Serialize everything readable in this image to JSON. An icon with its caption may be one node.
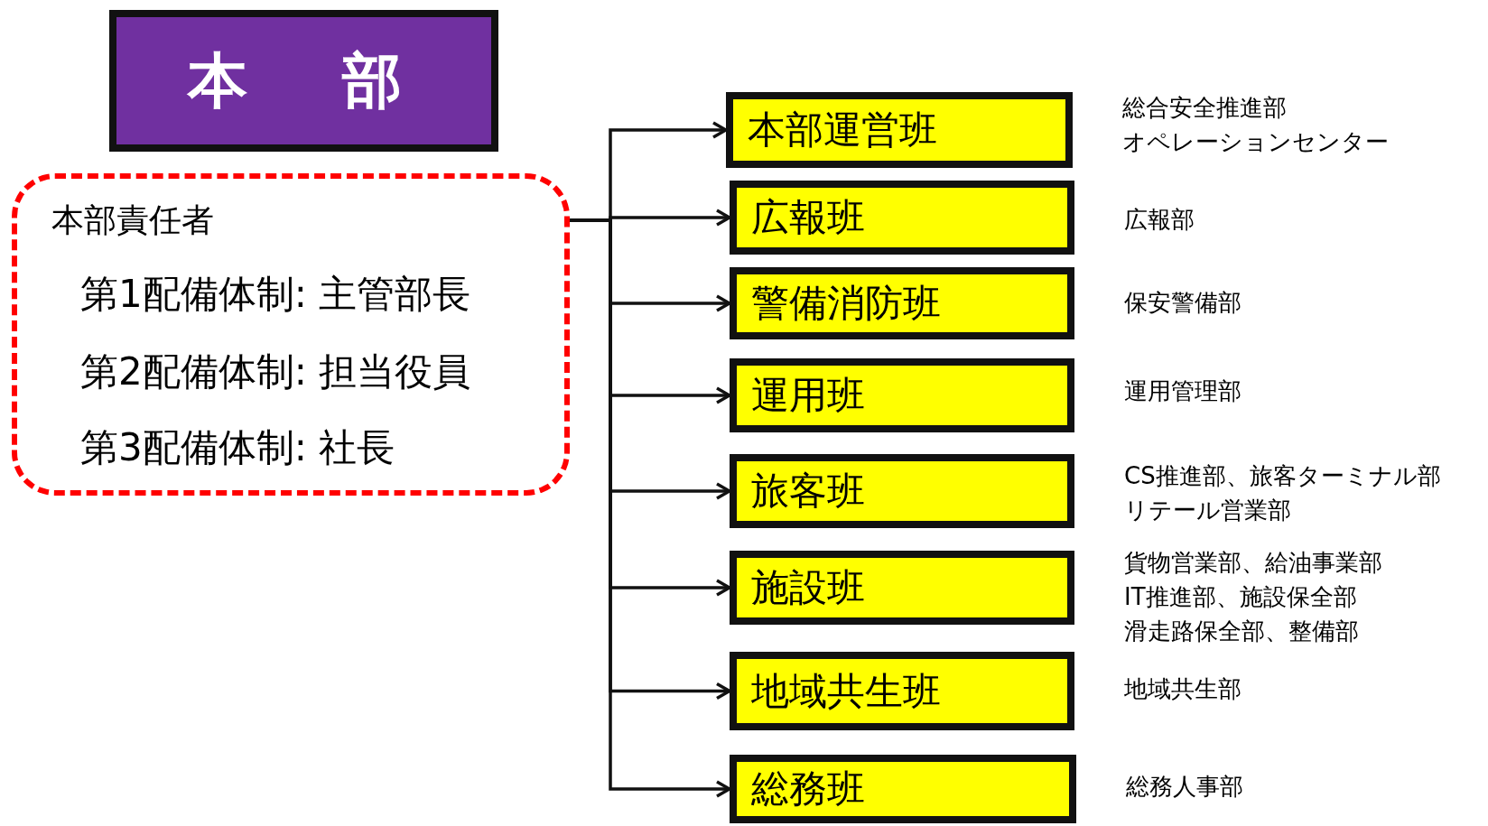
{
  "diagram": {
    "nodes": [
      {
        "text": [
          "本　部"
        ]
      },
      {
        "text": [
          "本部責任者",
          "第1配備体制: 主管部長",
          "第2配備体制: 担当役員",
          "第3配備体制: 社長"
        ]
      },
      {
        "text": [
          "本部運営班"
        ],
        "beside": [
          "総合安全推進部",
          "オペレーションセンター"
        ]
      },
      {
        "text": [
          "広報班"
        ],
        "beside": [
          "広報部"
        ]
      },
      {
        "text": [
          "警備消防班"
        ],
        "beside": [
          "保安警備部"
        ]
      },
      {
        "text": [
          "運用班"
        ],
        "beside": [
          "運用管理部"
        ]
      },
      {
        "text": [
          "旅客班"
        ],
        "beside": [
          "CS推進部、旅客ターミナル部",
          "リテール営業部"
        ]
      },
      {
        "text": [
          "施設班"
        ],
        "beside": [
          "貨物営業部、給油事業部",
          "IT推進部、施設保全部",
          "滑走路保全部、整備部"
        ]
      },
      {
        "text": [
          "地域共生班"
        ],
        "beside": [
          "地域共生部"
        ]
      },
      {
        "text": [
          "総務班"
        ],
        "beside": [
          "総務人事部"
        ]
      }
    ],
    "edges": [
      {
        "from": 1,
        "to": 2,
        "arrow": "to"
      },
      {
        "from": 1,
        "to": 3,
        "arrow": "to"
      },
      {
        "from": 1,
        "to": 4,
        "arrow": "to"
      },
      {
        "from": 1,
        "to": 5,
        "arrow": "to"
      },
      {
        "from": 1,
        "to": 6,
        "arrow": "to"
      },
      {
        "from": 1,
        "to": 7,
        "arrow": "to"
      },
      {
        "from": 1,
        "to": 8,
        "arrow": "to"
      },
      {
        "from": 1,
        "to": 9,
        "arrow": "to"
      }
    ]
  }
}
